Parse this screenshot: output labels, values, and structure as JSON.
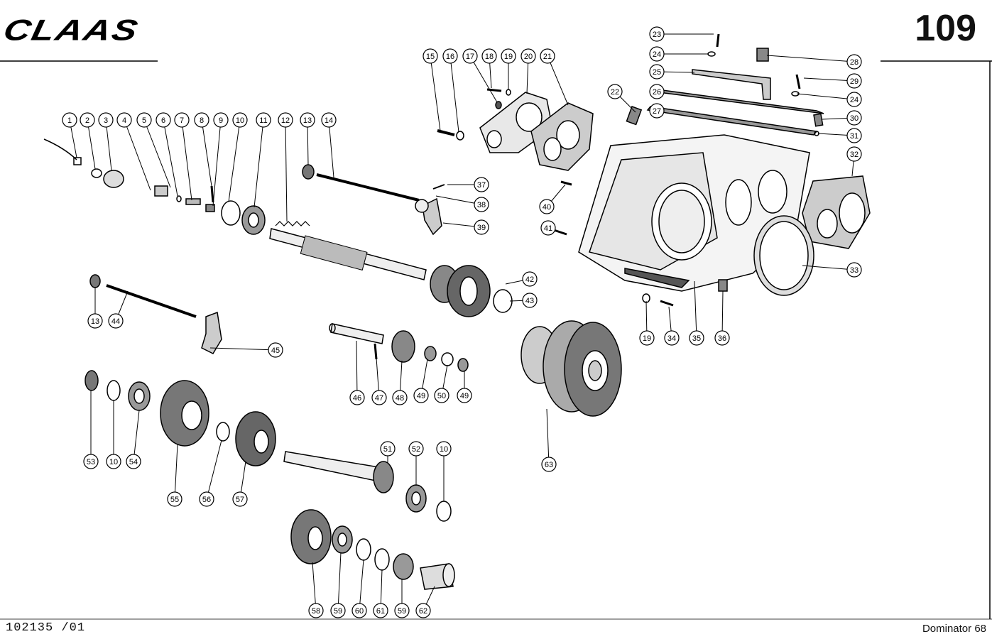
{
  "header": {
    "logo_text": "CLAAS",
    "page_number": "109"
  },
  "footer": {
    "drawing_number": "102135 /01",
    "model": "Dominator 68"
  },
  "callouts": [
    "1",
    "2",
    "3",
    "4",
    "5",
    "6",
    "7",
    "8",
    "9",
    "10",
    "11",
    "12",
    "13",
    "14",
    "15",
    "16",
    "17",
    "18",
    "19",
    "20",
    "21",
    "22",
    "23",
    "24",
    "25",
    "26",
    "27",
    "28",
    "29",
    "30",
    "31",
    "32",
    "33",
    "34",
    "35",
    "36",
    "37",
    "38",
    "39",
    "40",
    "41",
    "42",
    "43",
    "44",
    "45",
    "46",
    "47",
    "48",
    "49",
    "50",
    "51",
    "52",
    "53",
    "54",
    "55",
    "56",
    "57",
    "58",
    "59",
    "60",
    "61",
    "62",
    "63"
  ]
}
